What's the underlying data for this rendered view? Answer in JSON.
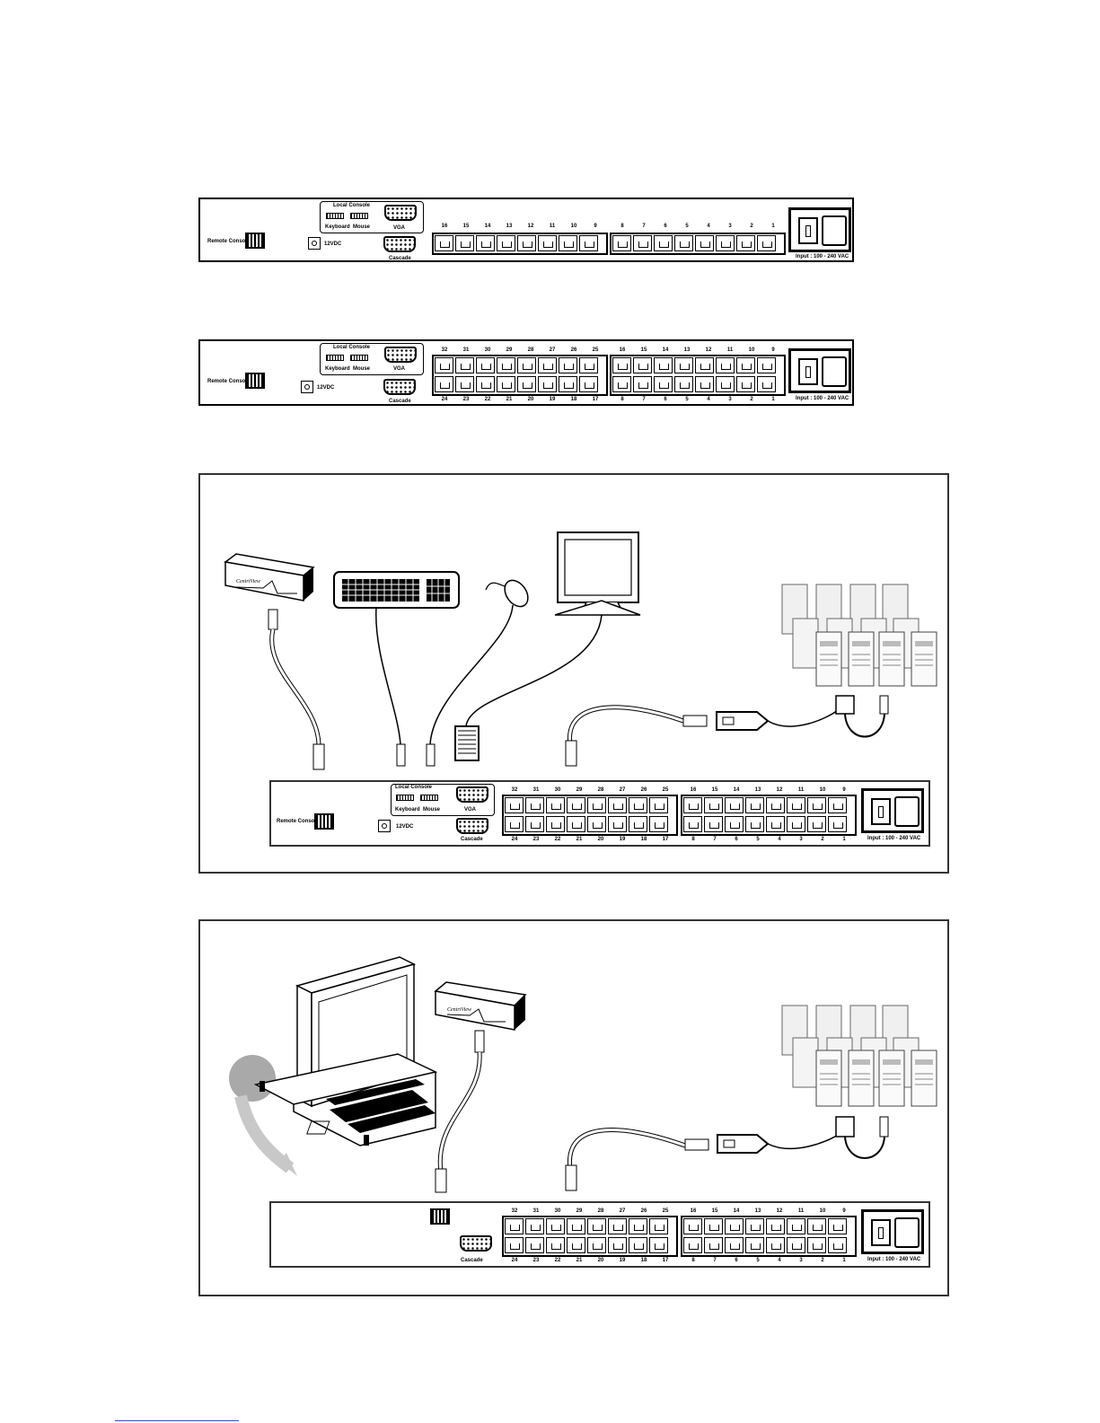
{
  "panel16": {
    "remote_console": "Remote Console",
    "local_console": "Local Console",
    "keyboard": "Keyboard",
    "mouse": "Mouse",
    "vga": "VGA",
    "dc": "12VDC",
    "cascade": "Cascade",
    "input": "Input : 100 - 240 VAC",
    "ports_a": [
      "16",
      "15",
      "14",
      "13",
      "12",
      "11",
      "10",
      "9"
    ],
    "ports_b": [
      "8",
      "7",
      "6",
      "5",
      "4",
      "3",
      "2",
      "1"
    ]
  },
  "panel32": {
    "remote_console": "Remote Console",
    "local_console": "Local Console",
    "keyboard": "Keyboard",
    "mouse": "Mouse",
    "vga": "VGA",
    "dc": "12VDC",
    "cascade": "Cascade",
    "input": "Input : 100 - 240 VAC",
    "top_a": [
      "32",
      "31",
      "30",
      "29",
      "28",
      "27",
      "26",
      "25"
    ],
    "top_b": [
      "16",
      "15",
      "14",
      "13",
      "12",
      "11",
      "10",
      "9"
    ],
    "bot_a": [
      "24",
      "23",
      "22",
      "21",
      "20",
      "19",
      "18",
      "17"
    ],
    "bot_b": [
      "8",
      "7",
      "6",
      "5",
      "4",
      "3",
      "2",
      "1"
    ]
  },
  "diagram1": {
    "remote_console": "Remote Console",
    "local_console": "Local Console",
    "keyboard": "Keyboard",
    "mouse": "Mouse",
    "vga": "VGA",
    "dc": "12VDC",
    "cascade": "Cascade",
    "input": "Input : 100 - 240 VAC",
    "top_a": [
      "32",
      "31",
      "30",
      "29",
      "28",
      "27",
      "26",
      "25"
    ],
    "top_b": [
      "16",
      "15",
      "14",
      "13",
      "12",
      "11",
      "10",
      "9"
    ],
    "bot_a": [
      "24",
      "23",
      "22",
      "21",
      "20",
      "19",
      "18",
      "17"
    ],
    "bot_b": [
      "8",
      "7",
      "6",
      "5",
      "4",
      "3",
      "2",
      "1"
    ]
  },
  "diagram2": {
    "cascade": "Cascade",
    "input": "Input : 100 - 240 VAC",
    "top_a": [
      "32",
      "31",
      "30",
      "29",
      "28",
      "27",
      "26",
      "25"
    ],
    "top_b": [
      "16",
      "15",
      "14",
      "13",
      "12",
      "11",
      "10",
      "9"
    ],
    "bot_a": [
      "24",
      "23",
      "22",
      "21",
      "20",
      "19",
      "18",
      "17"
    ],
    "bot_b": [
      "8",
      "7",
      "6",
      "5",
      "4",
      "3",
      "2",
      "1"
    ]
  },
  "icons": {
    "remote_unit": "remote-console-unit-icon",
    "keyboard": "keyboard-icon",
    "mouse": "mouse-icon",
    "monitor": "monitor-icon",
    "servers": "server-stack-icon",
    "cpu_module": "cpu-module-icon",
    "lcd_console": "lcd-console-drawer-icon"
  }
}
